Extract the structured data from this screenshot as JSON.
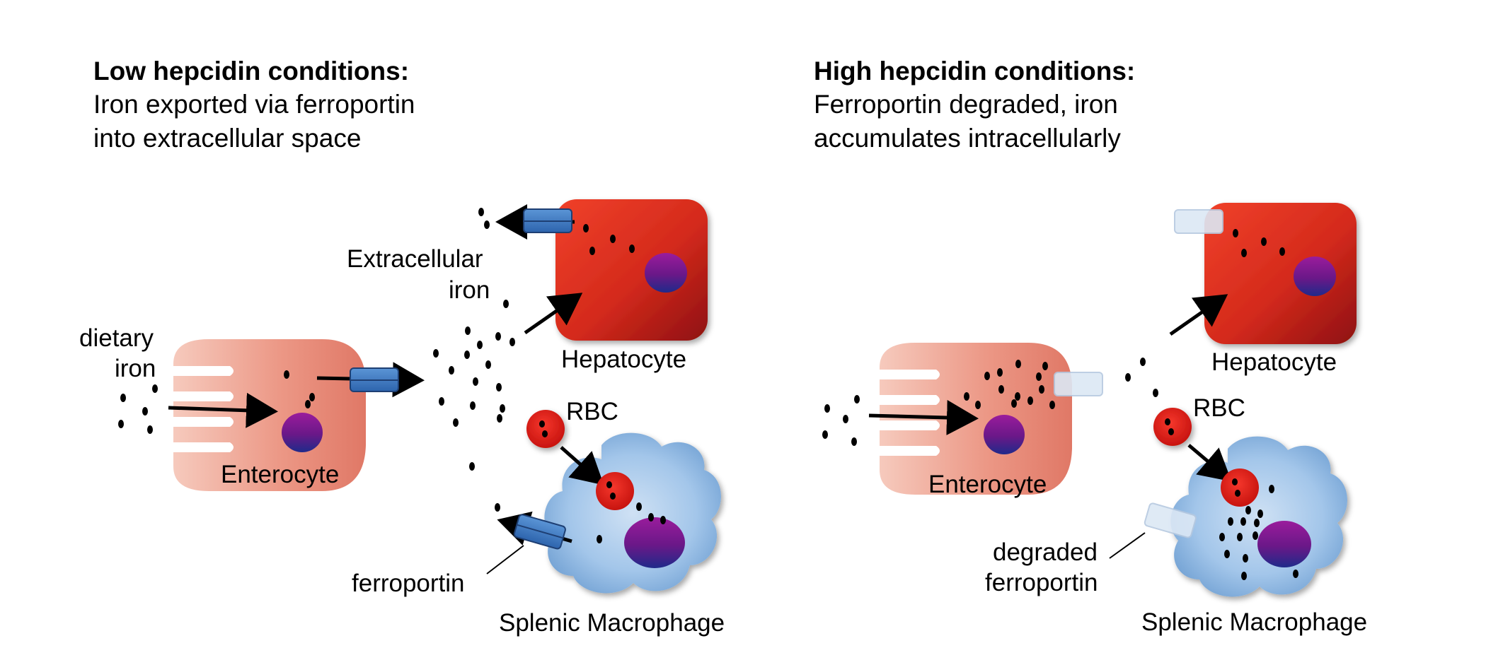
{
  "left_panel": {
    "title": "Low hepcidin conditions:",
    "subtitle_line1": "Iron exported via ferroportin",
    "subtitle_line2": "into extracellular space",
    "label_dietary_line1": "dietary",
    "label_dietary_line2": "iron",
    "label_enterocyte": "Enterocyte",
    "label_extracellular_line1": "Extracellular",
    "label_extracellular_line2": "iron",
    "label_hepatocyte": "Hepatocyte",
    "label_rbc": "RBC",
    "label_ferroportin": "ferroportin",
    "label_macrophage": "Splenic Macrophage"
  },
  "right_panel": {
    "title": "High hepcidin conditions:",
    "subtitle_line1": "Ferroportin degraded, iron",
    "subtitle_line2": "accumulates intracellularly",
    "label_enterocyte": "Enterocyte",
    "label_hepatocyte": "Hepatocyte",
    "label_rbc": "RBC",
    "label_degraded_line1": "degraded",
    "label_degraded_line2": "ferroportin",
    "label_macrophage": "Splenic Macrophage"
  },
  "colors": {
    "enterocyte": "#e8897a",
    "hepatocyte": "#d42a1c",
    "macrophage": "#8db7e2",
    "rbc": "#e0201a",
    "nucleus": "#7a1a8f",
    "ferroportin": "#3a78c2",
    "degraded_ferroportin": "#dce8f5"
  }
}
